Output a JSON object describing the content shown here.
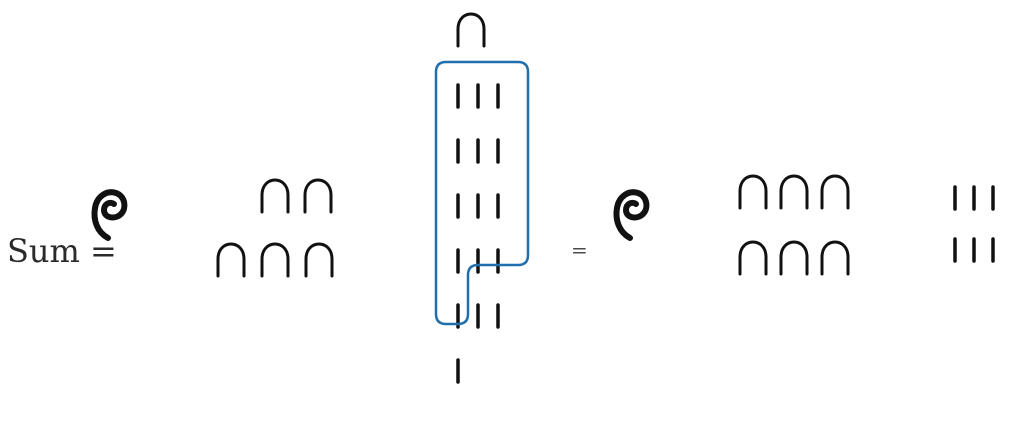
{
  "equation": {
    "sum_label": "Sum =",
    "equals_sign": "=",
    "left_term": {
      "hundreds": 1,
      "tens": 5,
      "units": 16
    },
    "right_term": {
      "hundreds": 1,
      "tens": 6,
      "units": 6
    },
    "highlight": {
      "grouped_units": 10,
      "carried_to": "tens"
    },
    "colors": {
      "glyph": "#111111",
      "highlight_box": "#1f6fae",
      "text": "#2a2a2a"
    },
    "glyph_names": {
      "hundred": "coil-rope-hieroglyph",
      "ten": "heel-bone-hieroglyph",
      "unit": "stroke-hieroglyph"
    }
  }
}
